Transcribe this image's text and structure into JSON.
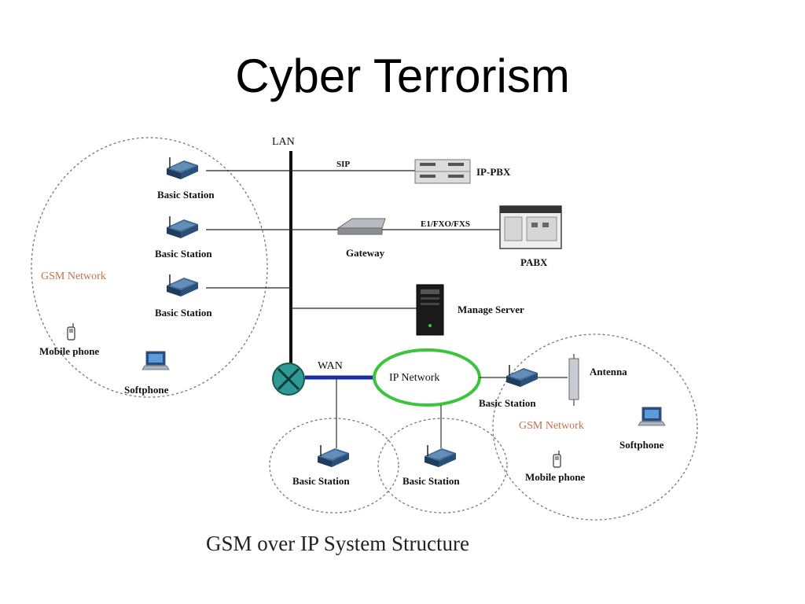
{
  "slide": {
    "title": "Cyber Terrorism"
  },
  "diagram": {
    "caption": "GSM over IP System Structure",
    "labels": {
      "lan": "LAN",
      "wan": "WAN",
      "sip": "SIP",
      "trunk": "E1/FXO/FXS",
      "ip_pbx": "IP-PBX",
      "gateway": "Gateway",
      "pabx": "PABX",
      "manage_server": "Manage Server",
      "ip_network": "IP Network",
      "antenna": "Antenna",
      "gsm_network_left": "GSM Network",
      "gsm_network_right": "GSM Network",
      "basic_station": "Basic Station",
      "mobile_phone": "Mobile phone",
      "softphone": "Softphone"
    }
  }
}
